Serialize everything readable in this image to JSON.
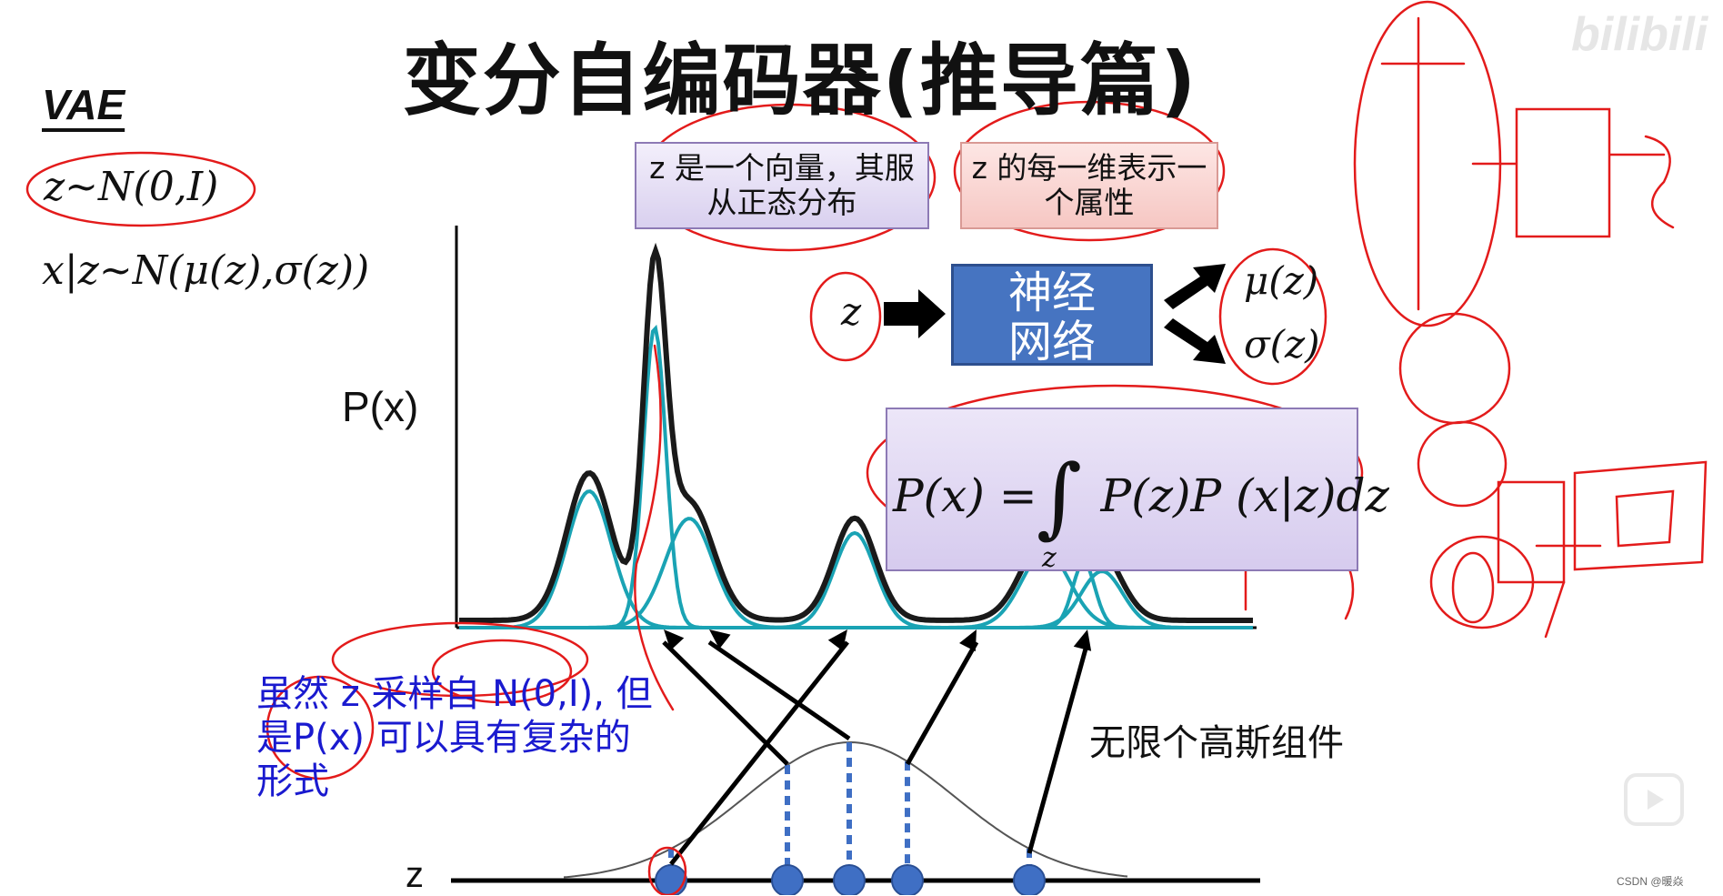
{
  "slide": {
    "title": "变分自编码器(推导篇)",
    "section_label": "VAE",
    "formula_prior": "z~N(0,I)",
    "formula_likelihood": "x|z~N(μ(z),σ(z))",
    "y_axis_label": "P(x)",
    "box_vector": {
      "line1": "z 是一个向量，其服",
      "line2": "从正态分布"
    },
    "box_dims": {
      "line1": "z 的每一维表示一",
      "line2": "个属性"
    },
    "network": {
      "input": "z",
      "line1": "神经",
      "line2": "网络",
      "output_mu": "μ(z)",
      "output_sigma": "σ(z)"
    },
    "integral": {
      "lhs": "P(x) = ",
      "sign": "∫",
      "rhs": "P(z)P (x|z)dz",
      "subscript": "z"
    },
    "note": {
      "line1": "虽然 z 采样自 N(0,I), 但",
      "line2": "是P(x) 可以具有复杂的",
      "line3": "形式"
    },
    "infinite_label": "无限个高斯组件",
    "z_axis_label": "z",
    "brand": "bilibili",
    "watermark": "CSDN @暖焱"
  },
  "colors": {
    "annotation": "#e31b1b",
    "gaussian_components": "#1aa3b4",
    "mixture_curve": "#1a1a1a",
    "network_box": "#4674c1",
    "note_text": "#1a1acf",
    "dots": "#3f6fc4"
  },
  "chart_data": {
    "type": "line",
    "title": "",
    "xlabel": "z",
    "ylabel": "P(x)",
    "series": [
      {
        "values": []
      }
    ]
  }
}
